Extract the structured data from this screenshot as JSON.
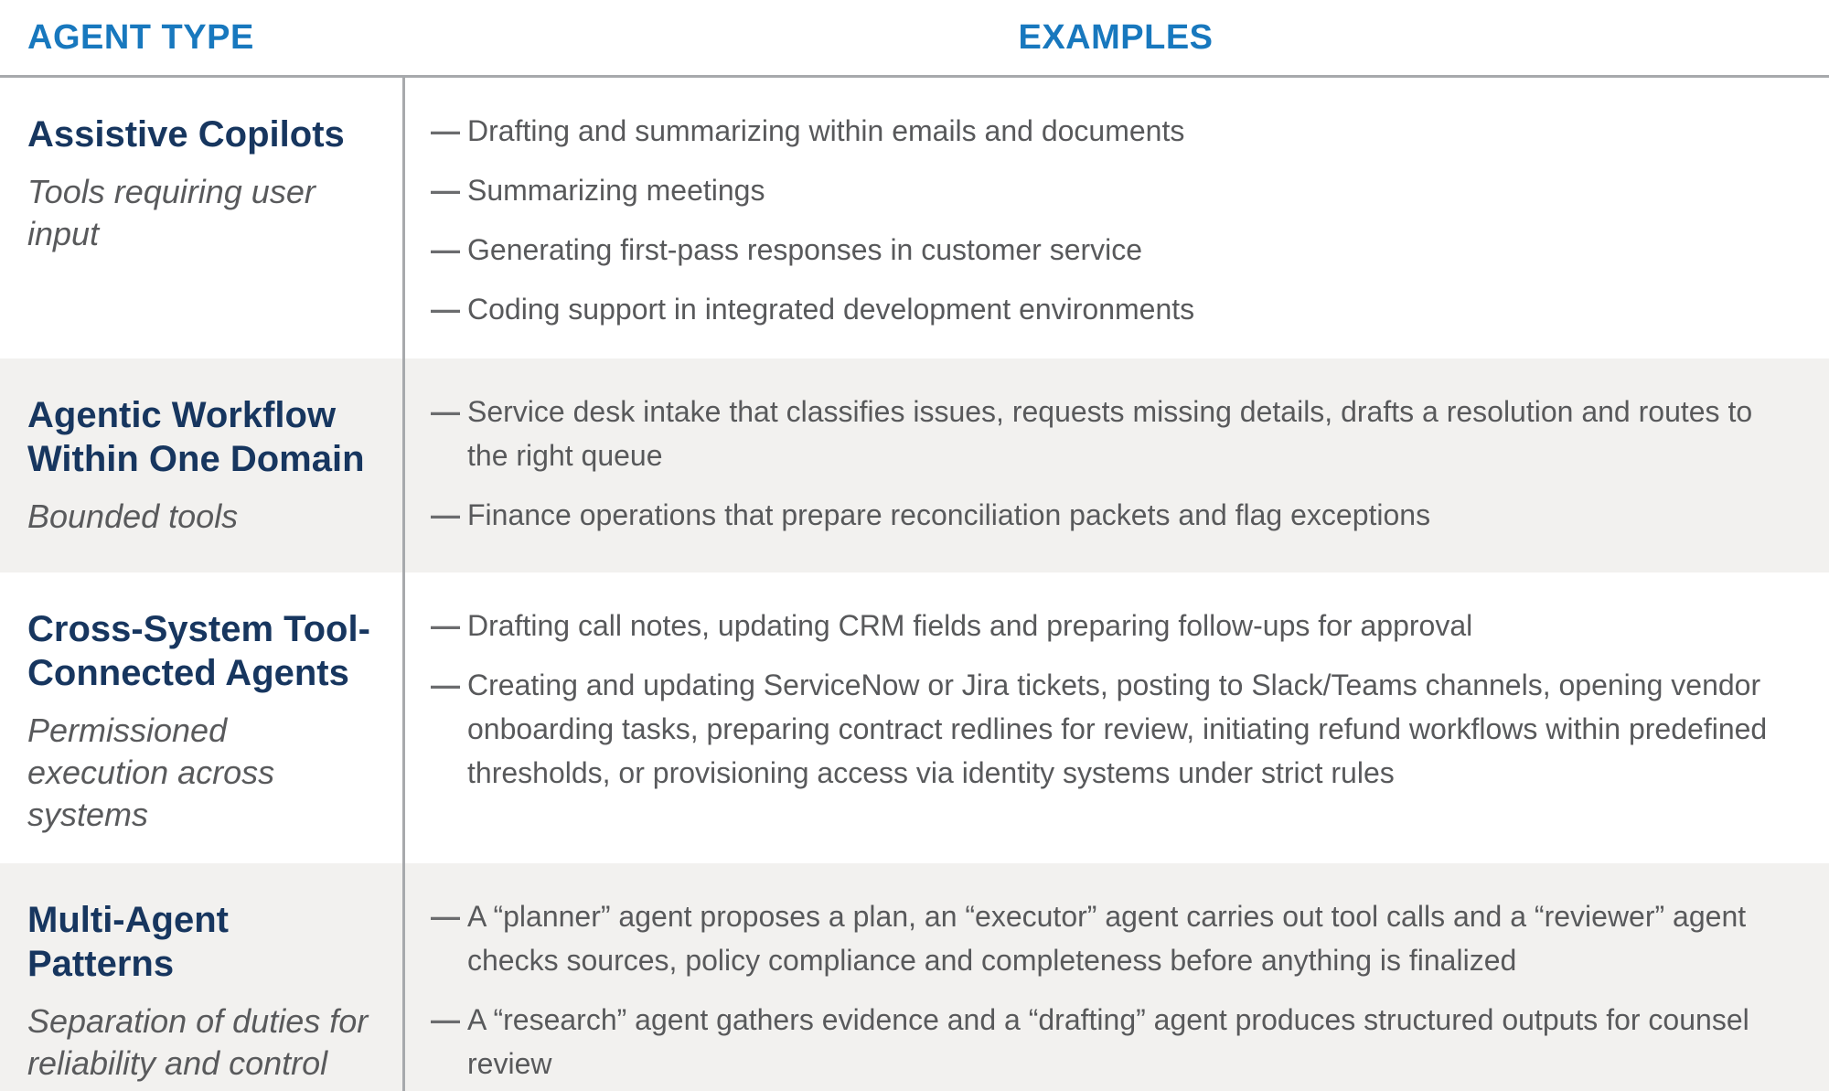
{
  "colors": {
    "column_header_blue": "#1878be",
    "row_title_navy": "#17365f",
    "body_text_gray": "#58595b",
    "subtitle_gray": "#595a5c",
    "stripe_background": "#f2f1ef",
    "rule_gray": "#a7a9ac"
  },
  "header": {
    "agent_type_label": "AGENT TYPE",
    "examples_label": "EXAMPLES"
  },
  "bullet_glyph": "—",
  "rows": [
    {
      "striped": false,
      "title": "Assistive Copilots",
      "subtitle": "Tools requiring user input",
      "examples": [
        "Drafting and summarizing within emails and documents",
        "Summarizing meetings",
        "Generating first-pass responses in customer service",
        "Coding support in integrated development environments"
      ]
    },
    {
      "striped": true,
      "title": "Agentic Workflow Within One Domain",
      "subtitle": "Bounded tools",
      "examples": [
        "Service desk intake that classifies issues, requests missing details, drafts a resolution and routes to the right queue",
        "Finance operations that prepare reconciliation packets and flag exceptions"
      ]
    },
    {
      "striped": false,
      "title": "Cross-System Tool-Connected Agents",
      "subtitle": "Permissioned execution across systems",
      "examples": [
        "Drafting call notes, updating CRM fields and preparing follow-ups for approval",
        "Creating and updating ServiceNow or Jira tickets, posting to Slack/Teams channels, opening vendor onboarding tasks, preparing contract redlines for review, initiating refund workflows within predefined thresholds, or provisioning access via identity systems under strict rules"
      ]
    },
    {
      "striped": true,
      "title": "Multi-Agent Patterns",
      "subtitle": "Separation of duties for reliability and control",
      "examples": [
        "A “planner” agent proposes a plan, an “executor” agent carries out tool calls and a “reviewer” agent checks sources, policy compliance and completeness before anything is finalized",
        "A “research” agent gathers evidence and a “drafting” agent produces structured outputs for counsel review"
      ]
    }
  ]
}
